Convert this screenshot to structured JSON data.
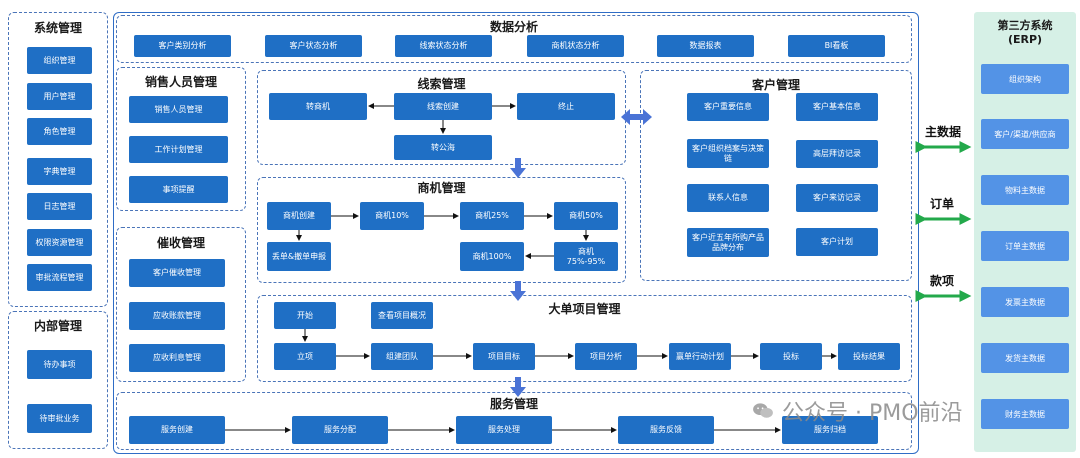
{
  "system_mgmt": {
    "title": "系统管理",
    "items": [
      "组织管理",
      "用户管理",
      "角色管理",
      "字典管理",
      "日志管理",
      "权限资源管理",
      "审批流程管理"
    ]
  },
  "internal_mgmt": {
    "title": "内部管理",
    "items": [
      "待办事项",
      "待审批业务"
    ]
  },
  "data_analysis": {
    "title": "数据分析",
    "items": [
      "客户类别分析",
      "客户状态分析",
      "线索状态分析",
      "商机状态分析",
      "数据报表",
      "BI看板"
    ]
  },
  "sales_staff": {
    "title": "销售人员管理",
    "items": [
      "销售人员管理",
      "工作计划管理",
      "事项提醒"
    ]
  },
  "collection": {
    "title": "催收管理",
    "items": [
      "客户催收管理",
      "应收账款管理",
      "应收利息管理"
    ]
  },
  "leads": {
    "title": "线索管理",
    "convert_opportunity": "转商机",
    "create": "线索创建",
    "terminate": "终止",
    "to_public_pool": "转公海"
  },
  "opportunity": {
    "title": "商机管理",
    "create": "商机创建",
    "p10": "商机10%",
    "p25": "商机25%",
    "p50": "商机50%",
    "lost": "丢单&撤单申报",
    "p100": "商机100%",
    "p75_95": "商机\n75%-95%"
  },
  "customer": {
    "title": "客户管理",
    "items": [
      "客户重要信息",
      "客户基本信息",
      "客户组织档案与决策链",
      "高层拜访记录",
      "联系人信息",
      "客户来访记录",
      "客户近五年所购产品品牌分布",
      "客户计划"
    ]
  },
  "big_project": {
    "title": "大单项目管理",
    "start": "开始",
    "view_overview": "查看项目概况",
    "steps": [
      "立项",
      "组建团队",
      "项目目标",
      "项目分析",
      "赢单行动计划",
      "投标",
      "投标结果"
    ]
  },
  "service": {
    "title": "服务管理",
    "steps": [
      "服务创建",
      "服务分配",
      "服务处理",
      "服务反馈",
      "服务归档"
    ]
  },
  "third_party": {
    "title": "第三方系统",
    "subtitle": "(ERP)",
    "items": [
      "组织架构",
      "客户/渠道/供应商",
      "物料主数据",
      "订单主数据",
      "发票主数据",
      "发货主数据",
      "财务主数据"
    ]
  },
  "flows": {
    "master_data": "主数据",
    "orders": "订单",
    "payments": "款项"
  },
  "watermark": "公众号 · PMO前沿",
  "colors": {
    "box": "#1f6fc5",
    "erp_panel": "#d6f0e6",
    "erp_box": "#5393e6",
    "flow_arrow": "#23a94b",
    "down_arrow": "#4a73d6"
  }
}
